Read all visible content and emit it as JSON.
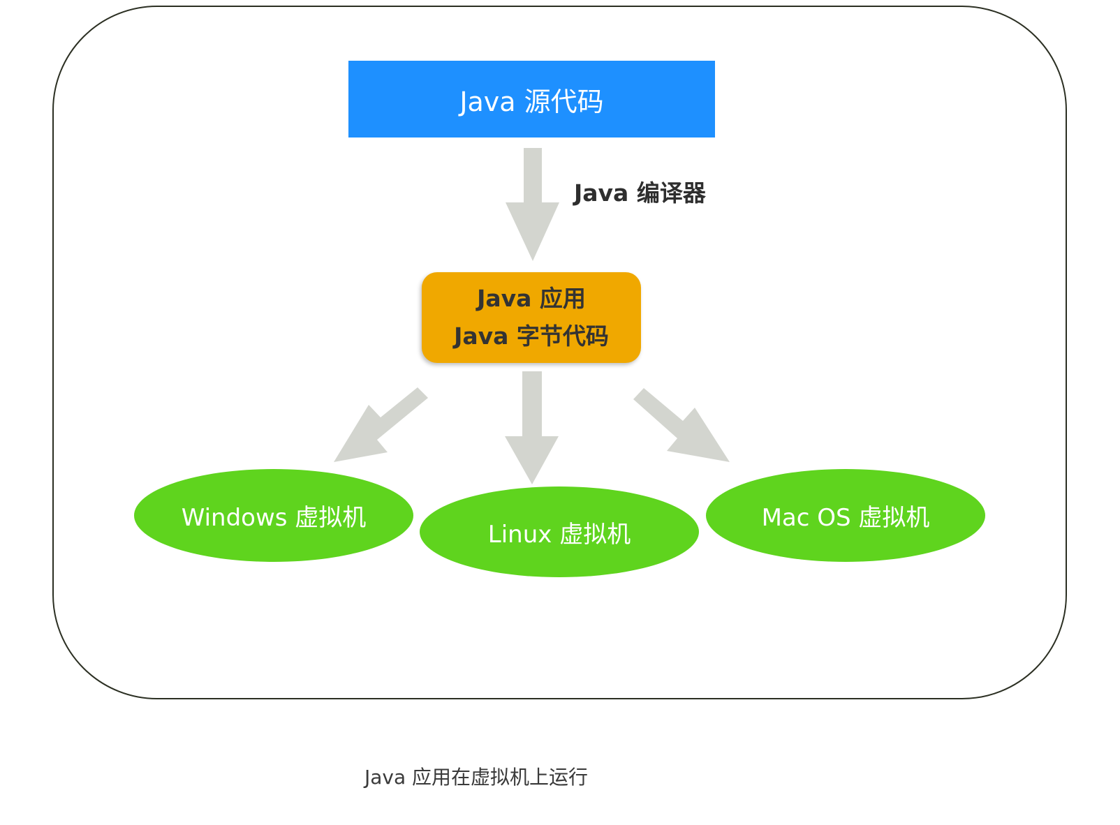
{
  "diagram": {
    "source": "Java 源代码",
    "compiler_label": "Java 编译器",
    "app": {
      "line1": "Java 应用",
      "line2": "Java 字节代码"
    },
    "vms": [
      {
        "label": "Windows 虚拟机"
      },
      {
        "label": "Linux 虚拟机"
      },
      {
        "label": "Mac OS 虚拟机"
      }
    ],
    "caption": "Java 应用在虚拟机上运行",
    "colors": {
      "source_box": "#1e90ff",
      "app_box": "#f0a800",
      "vm_ellipse": "#5fd41e",
      "arrow": "#d3d5cf",
      "frame_border": "#2b2f22"
    }
  }
}
